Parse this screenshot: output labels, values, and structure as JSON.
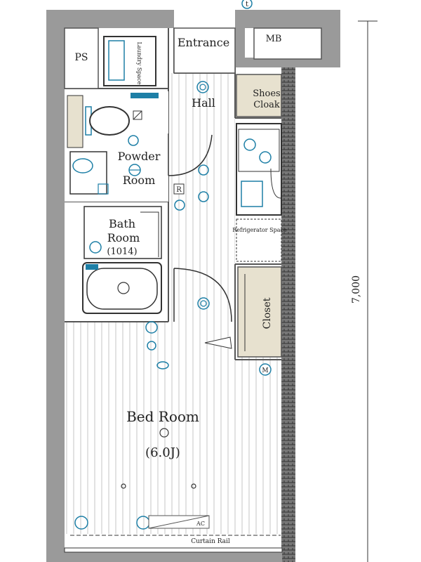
{
  "plan": {
    "rooms": {
      "ps": "PS",
      "laundry": "Laundry Space",
      "entrance": "Entrance",
      "mb": "MB",
      "hall": "Hall",
      "shoes_cloak_line1": "Shoes",
      "shoes_cloak_line2": "Cloak",
      "powder_line1": "Powder",
      "powder_line2": "Room",
      "bath_line1": "Bath",
      "bath_line2": "Room",
      "bath_size": "(1014)",
      "refrigerator": "Refrigerator Space",
      "closet": "Closet",
      "bed_room": "Bed Room",
      "bed_size": "(6.0J)",
      "curtain_rail": "Curtain Rail",
      "ac": "AC"
    },
    "markers": {
      "t": "t",
      "r": "R",
      "m": "M"
    },
    "dimension": "7,000",
    "colors": {
      "wall": "#9a9a9a",
      "wall_dark": "#6e6e6e",
      "fixture": "#1d7fa6",
      "closet_fill": "#e7e1cf",
      "line": "#555555"
    }
  }
}
